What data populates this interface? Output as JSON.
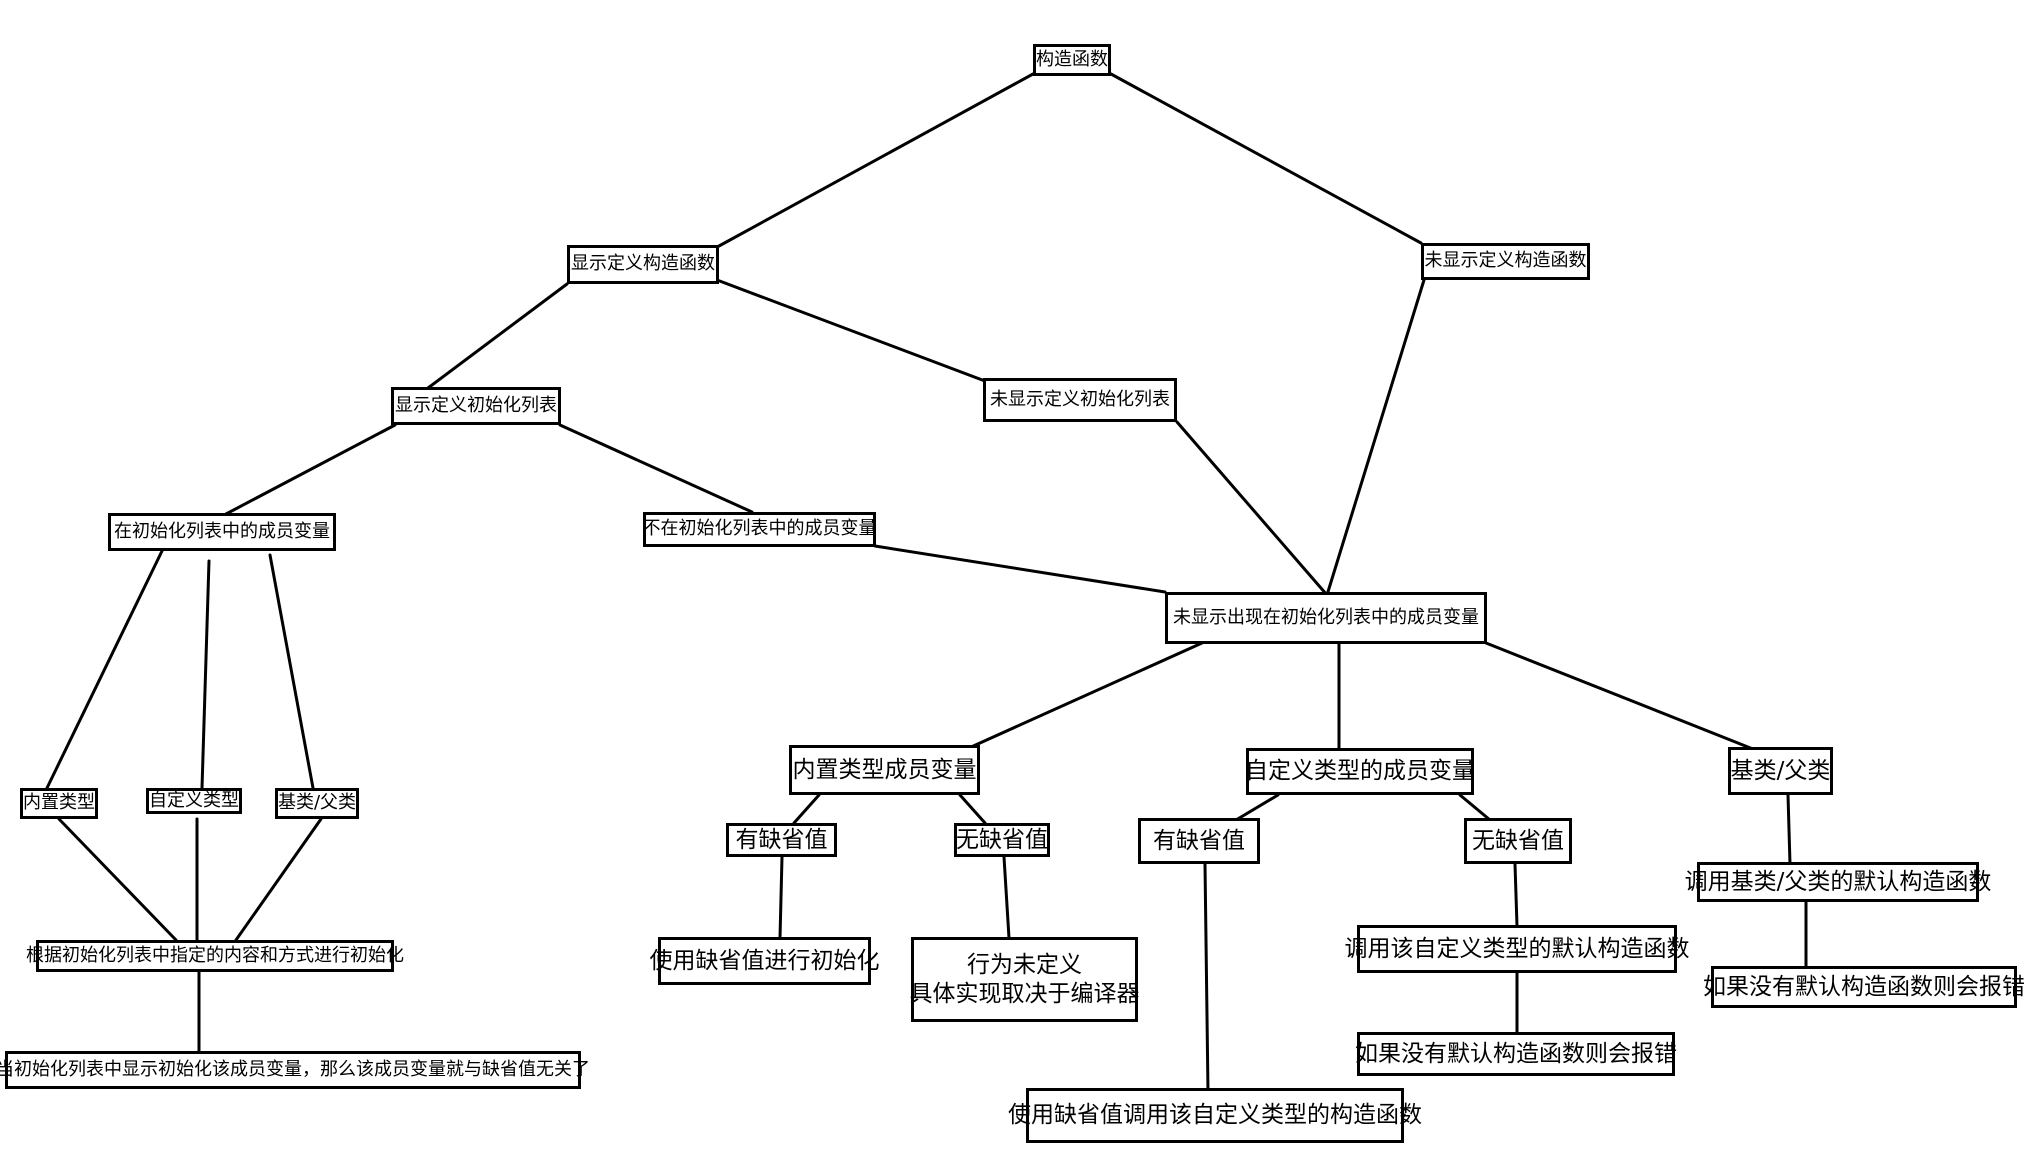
{
  "diagram": {
    "nodes": {
      "root": "构造函数",
      "explicit_ctor": "显示定义构造函数",
      "implicit_ctor": "未显示定义构造函数",
      "explicit_init_list": "显示定义初始化列表",
      "implicit_init_list": "未显示定义初始化列表",
      "in_list_members": "在初始化列表中的成员变量",
      "not_in_list_members": "不在初始化列表中的成员变量",
      "not_appearing_members": "未显示出现在初始化列表中的成员变量",
      "left_builtin": "内置类型",
      "left_custom": "自定义类型",
      "left_base": "基类/父类",
      "init_by_list": "根据初始化列表中指定的内容和方式进行初始化",
      "list_overrides_default": "当初始化列表中显示初始化该成员变量，那么该成员变量就与缺省值无关了",
      "builtin_members": "内置类型成员变量",
      "builtin_has_default": "有缺省值",
      "builtin_no_default": "无缺省值",
      "builtin_use_default": "使用缺省值进行初始化",
      "undefined_behavior": {
        "line1": "行为未定义",
        "line2": "具体实现取决于编译器"
      },
      "custom_members": "自定义类型的成员变量",
      "custom_has_default": "有缺省值",
      "custom_no_default": "无缺省值",
      "custom_use_default_ctor": "使用缺省值调用该自定义类型的构造函数",
      "custom_call_default_ctor": "调用该自定义类型的默认构造函数",
      "custom_error": "如果没有默认构造函数则会报错",
      "base_class": "基类/父类",
      "base_call_default_ctor": "调用基类/父类的默认构造函数",
      "base_error": "如果没有默认构造函数则会报错"
    },
    "edges": [
      [
        "root",
        "explicit_ctor"
      ],
      [
        "root",
        "implicit_ctor"
      ],
      [
        "explicit_ctor",
        "explicit_init_list"
      ],
      [
        "explicit_ctor",
        "implicit_init_list"
      ],
      [
        "implicit_ctor",
        "not_appearing_members"
      ],
      [
        "implicit_init_list",
        "not_appearing_members"
      ],
      [
        "explicit_init_list",
        "in_list_members"
      ],
      [
        "explicit_init_list",
        "not_in_list_members"
      ],
      [
        "not_in_list_members",
        "not_appearing_members"
      ],
      [
        "in_list_members",
        "left_builtin"
      ],
      [
        "in_list_members",
        "left_custom"
      ],
      [
        "in_list_members",
        "left_base"
      ],
      [
        "left_builtin",
        "init_by_list"
      ],
      [
        "left_custom",
        "init_by_list"
      ],
      [
        "left_base",
        "init_by_list"
      ],
      [
        "init_by_list",
        "list_overrides_default"
      ],
      [
        "not_appearing_members",
        "builtin_members"
      ],
      [
        "not_appearing_members",
        "custom_members"
      ],
      [
        "not_appearing_members",
        "base_class"
      ],
      [
        "builtin_members",
        "builtin_has_default"
      ],
      [
        "builtin_members",
        "builtin_no_default"
      ],
      [
        "builtin_has_default",
        "builtin_use_default"
      ],
      [
        "builtin_no_default",
        "undefined_behavior"
      ],
      [
        "custom_members",
        "custom_has_default"
      ],
      [
        "custom_members",
        "custom_no_default"
      ],
      [
        "custom_has_default",
        "custom_use_default_ctor"
      ],
      [
        "custom_no_default",
        "custom_call_default_ctor"
      ],
      [
        "custom_call_default_ctor",
        "custom_error"
      ],
      [
        "base_class",
        "base_call_default_ctor"
      ],
      [
        "base_call_default_ctor",
        "base_error"
      ]
    ]
  }
}
